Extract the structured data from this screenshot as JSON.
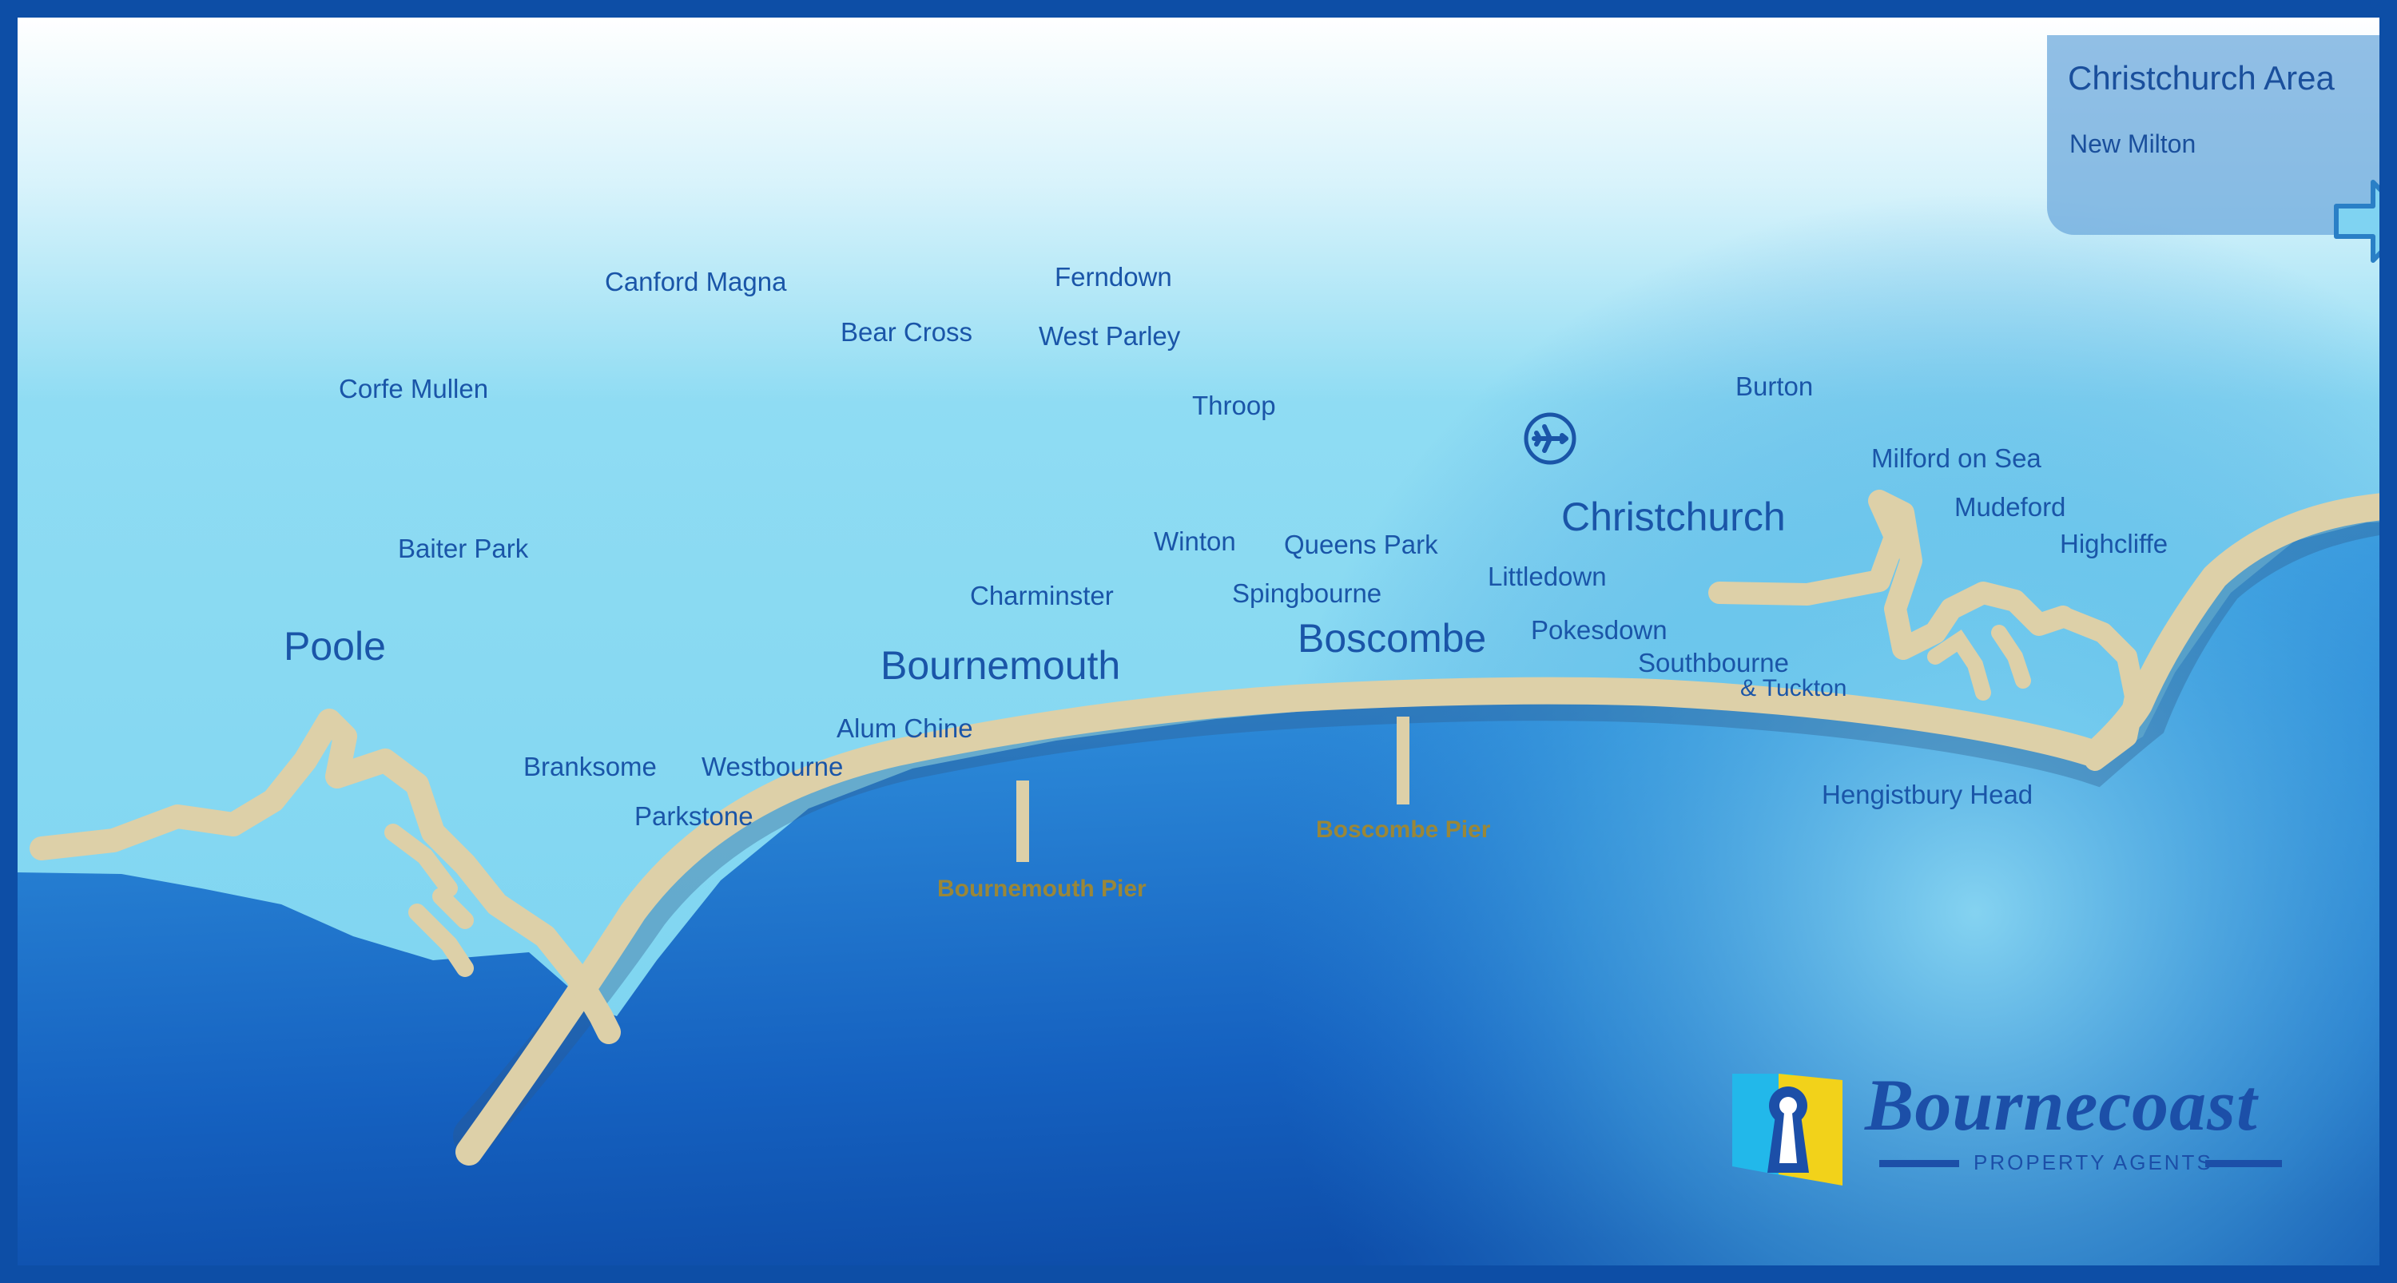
{
  "map": {
    "sea_color": "#2a86d6",
    "land_color": "#7fd8f2",
    "sand_color": "#ddd0a8",
    "places": [
      {
        "id": "canford-magna",
        "label": "Canford Magna",
        "size": "small"
      },
      {
        "id": "ferndown",
        "label": "Ferndown",
        "size": "small"
      },
      {
        "id": "bear-cross",
        "label": "Bear Cross",
        "size": "small"
      },
      {
        "id": "west-parley",
        "label": "West Parley",
        "size": "small"
      },
      {
        "id": "corfe-mullen",
        "label": "Corfe Mullen",
        "size": "small"
      },
      {
        "id": "throop",
        "label": "Throop",
        "size": "small"
      },
      {
        "id": "burton",
        "label": "Burton",
        "size": "small"
      },
      {
        "id": "milford-on-sea",
        "label": "Milford on Sea",
        "size": "small"
      },
      {
        "id": "mudeford",
        "label": "Mudeford",
        "size": "small"
      },
      {
        "id": "highcliffe",
        "label": "Highcliffe",
        "size": "small"
      },
      {
        "id": "christchurch",
        "label": "Christchurch",
        "size": "big"
      },
      {
        "id": "baiter-park",
        "label": "Baiter Park",
        "size": "small"
      },
      {
        "id": "winton",
        "label": "Winton",
        "size": "small"
      },
      {
        "id": "queens-park",
        "label": "Queens Park",
        "size": "small"
      },
      {
        "id": "littledown",
        "label": "Littledown",
        "size": "small"
      },
      {
        "id": "charminster",
        "label": "Charminster",
        "size": "small"
      },
      {
        "id": "spingbourne",
        "label": "Spingbourne",
        "size": "small"
      },
      {
        "id": "pokesdown",
        "label": "Pokesdown",
        "size": "small"
      },
      {
        "id": "poole",
        "label": "Poole",
        "size": "big"
      },
      {
        "id": "boscombe",
        "label": "Boscombe",
        "size": "big"
      },
      {
        "id": "southbourne",
        "label": "Southbourne",
        "size": "small"
      },
      {
        "id": "tuckton",
        "label": "& Tuckton",
        "size": "small"
      },
      {
        "id": "bournemouth",
        "label": "Bournemouth",
        "size": "big"
      },
      {
        "id": "alum-chine",
        "label": "Alum Chine",
        "size": "small"
      },
      {
        "id": "branksome",
        "label": "Branksome",
        "size": "small"
      },
      {
        "id": "westbourne",
        "label": "Westbourne",
        "size": "small"
      },
      {
        "id": "parkstone",
        "label": "Parkstone",
        "size": "small"
      },
      {
        "id": "hengistbury-head",
        "label": "Hengistbury Head",
        "size": "small"
      }
    ],
    "piers": [
      {
        "id": "bournemouth-pier",
        "label": "Bournemouth Pier"
      },
      {
        "id": "boscombe-pier",
        "label": "Boscombe Pier"
      }
    ],
    "airport_icon": "airplane-icon"
  },
  "area_panel": {
    "title": "Christchurch Area",
    "link": "New Milton",
    "arrow_icon": "arrow-right-icon"
  },
  "brand": {
    "name": "Bournecoast",
    "tagline": "PROPERTY AGENTS",
    "logo_icon": "keyhole-logo-icon",
    "color": "#1c4fa8",
    "logo_yellow": "#f2d21a",
    "logo_cyan": "#22b8ea"
  }
}
